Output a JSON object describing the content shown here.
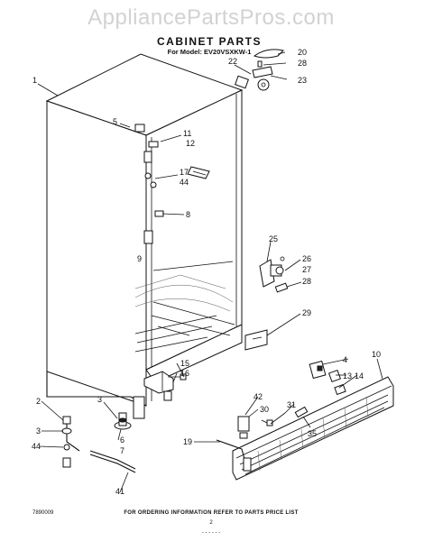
{
  "watermark": "AppliancePartsPros.com",
  "title": "CABINET PARTS",
  "subtitle": "For Model: EV20VSXKW-1",
  "footer_note": "FOR ORDERING INFORMATION REFER TO PARTS PRICE LIST",
  "figure_code": "7890009",
  "page_number": "2",
  "page_mark": "- - - - - -",
  "callouts": {
    "c1": "1",
    "c2": "2",
    "c3": "3",
    "c4": "4",
    "c5": "5",
    "c6": "6",
    "c7": "7",
    "c8": "8",
    "c9": "9",
    "c10": "10",
    "c11": "11",
    "c12": "12",
    "c13": "13",
    "c14": "14",
    "c15": "15",
    "c16": "16",
    "c17": "17",
    "c19": "19",
    "c20": "20",
    "c22": "22",
    "c23": "23",
    "c25": "25",
    "c26": "26",
    "c27": "27",
    "c28a": "28",
    "c28b": "28",
    "c29": "29",
    "c30": "30",
    "c31": "31",
    "c35": "35",
    "c41": "41",
    "c42": "42",
    "c44a": "44",
    "c44b": "44"
  }
}
